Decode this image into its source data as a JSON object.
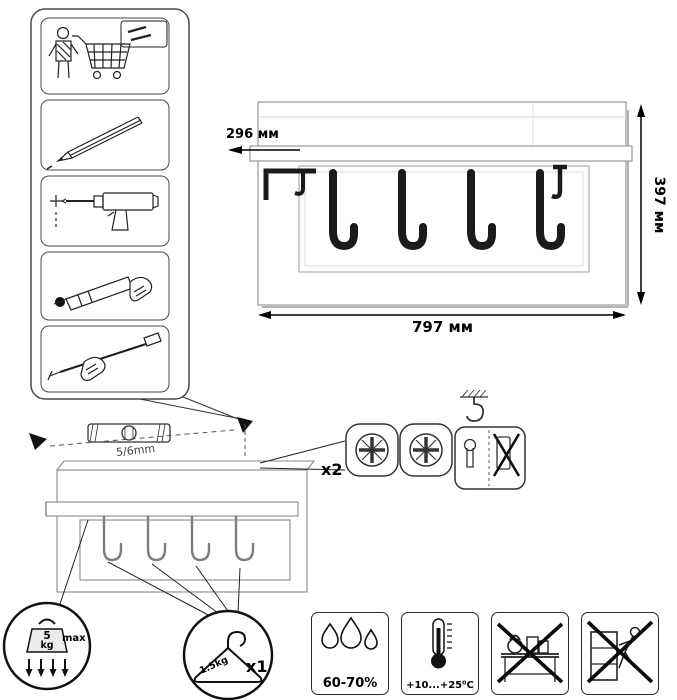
{
  "dimensions": {
    "depth": "296 мм",
    "height": "397 мм",
    "width": "797 мм"
  },
  "installation": {
    "drill_size": "5/6mm",
    "fastener_count": "x2"
  },
  "load": {
    "max_weight_value": "5",
    "max_weight_unit": "kg",
    "max_label": "max",
    "hanger_load": "1.5kg",
    "hanger_count": "x1"
  },
  "environment": {
    "humidity": "60-70%",
    "temperature": "+10...+25⁰C"
  },
  "icons": {
    "tools_panel": [
      "purchase-tools-icon",
      "pencil-marking-icon",
      "drill-icon",
      "adhesive-icon",
      "mounting-icon"
    ],
    "hardware": [
      "screw-head-icon",
      "screw-head-icon",
      "wall-hook-icon",
      "keyhole-hanger-icon"
    ],
    "limits": [
      "max-weight-icon",
      "hanger-icon"
    ],
    "environment": [
      "humidity-drops-icon",
      "thermometer-icon",
      "no-heavy-load-icon",
      "no-climbing-icon"
    ]
  },
  "colors": {
    "line": "#000000",
    "outline_gray": "#8a8a8a",
    "hook_black": "#1b1b1b"
  }
}
